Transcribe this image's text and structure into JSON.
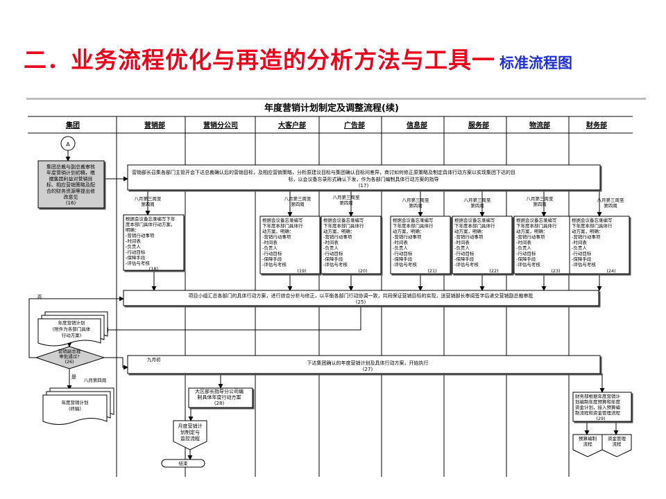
{
  "page": {
    "title_main": "二．业务流程优化与再造的分析方法与工具一",
    "title_sub": "标准流程图"
  },
  "flowchart": {
    "title": "年度营销计划制定及调整流程(续)",
    "lanes": [
      "集团",
      "营销部",
      "营销分公司",
      "大客户部",
      "广告部",
      "信息部",
      "服务部",
      "物流部",
      "财务部"
    ],
    "connector_A": "A",
    "step16": [
      "集团总裁与副总裁审核",
      "年度营销计划初稿，根",
      "据集团利益对营销目",
      "标、相应营销策略及配",
      "合的财务资源等提出修",
      "改意见",
      "(16)"
    ],
    "step17": [
      "营销部长召集各部门主管开会下达总裁确认后的营销目标，及相应营销策略，分析原建议目标与集团确认目标间差异，商讨如何修正原策略及制定具体行动方案以实现集团下达的目",
      "标，以会议备忘录形式确认下发，作为各部门编制具体行动方案的指导",
      "(17)"
    ],
    "timing_lanes": [
      [
        "八月第三周至",
        "第四周"
      ],
      [
        "八月第三周至",
        "第四周"
      ],
      [
        "八月第三周至",
        "第四周"
      ],
      [
        "八月第三周至",
        "第四周"
      ],
      [
        "八月第三周至",
        "第四周"
      ],
      [
        "八月第三周至",
        "第四周"
      ],
      [
        "八月第三周至",
        "第四周"
      ]
    ],
    "step18": [
      "根据会议备忘录编写下年",
      "度本部门具体行动方案，",
      "明确：",
      "-营销行动事项",
      "-时间表",
      "-负责人",
      "-行动目标",
      "-保障手段",
      "-评估与考核",
      "(18)"
    ],
    "dept_plan_lines": [
      "根据会议备忘录编写",
      "下年度本部门具体行",
      "动方案，明确：",
      "-营销行动事项",
      "-时间表",
      "-负责人",
      "-行动目标",
      "-保障手段",
      "-评估与考核"
    ],
    "dept_plan_nums": [
      "(19)",
      "(20)",
      "(21)",
      "(22)",
      "(23)",
      "(24)"
    ],
    "step25": [
      "项目小组汇总各部门的具体行动方案，进行综合分析与修正，以平衡各部门行动协调一致，共同保证营销目标的实现，送营销部长审阅签字后递交营销副总裁审批",
      "(25)"
    ],
    "label_no": "否",
    "label_yes": "是",
    "doc_annual_plan": [
      "年度营销计划",
      "(附件为各部门具体",
      "行动方案)"
    ],
    "decision26": [
      "营销副总裁",
      "审批通过?",
      "(26)"
    ],
    "timing27": "九月初",
    "step27": [
      "下达集团确认的年度营销计划及具体行动方案，开始执行",
      "(27)"
    ],
    "timing_final": "八月第四周",
    "doc_final": [
      "年度营销计划",
      "(终稿)"
    ],
    "step28": [
      "大区部长指导分公司编",
      "制具体年度行动方案",
      "(28)"
    ],
    "monthly_plan": [
      "月度营销计",
      "划制定与",
      "监控流程"
    ],
    "end_label": "结束",
    "step29": [
      "财务部根据年度营销计",
      "划编制年度预算和年度",
      "资金计划，接入预算编",
      "制流程和资金管理流程",
      "(29)"
    ],
    "budget_flow": [
      "预算编制",
      "流程"
    ],
    "fund_flow": [
      "资金管理",
      "流程"
    ],
    "colors": {
      "title_red": "#e8001c",
      "title_blue": "#1e2fd6",
      "shade_gray": "#cfcfcf"
    }
  }
}
